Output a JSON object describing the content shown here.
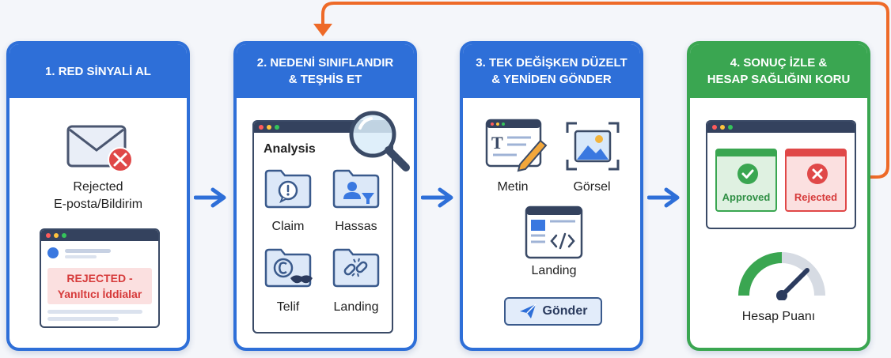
{
  "steps": [
    {
      "title": "1. RED SİNYALİ AL",
      "mail_label": "Rejected\nE-posta/Bildirim",
      "badge": "REJECTED -\nYanıltıcı İddialar"
    },
    {
      "title": "2. NEDENİ SINIFLANDIR\n& TEŞHİS ET",
      "panel_title": "Analysis",
      "folders": [
        "Claim",
        "Hassas",
        "Telif",
        "Landing"
      ]
    },
    {
      "title": "3. TEK DEĞİŞKEN DÜZELT\n& YENİDEN GÖNDER",
      "items": [
        "Metin",
        "Görsel",
        "Landing"
      ],
      "send_button": "Gönder"
    },
    {
      "title": "4. SONUÇ İZLE &\nHESAP SAĞLIĞINI KORU",
      "statuses": [
        "Approved",
        "Rejected"
      ],
      "gauge_label": "Hesap Puanı"
    }
  ],
  "colors": {
    "blue": "#2e6fd8",
    "green": "#3aa651",
    "orange": "#ee6a28",
    "red": "#e04848"
  }
}
